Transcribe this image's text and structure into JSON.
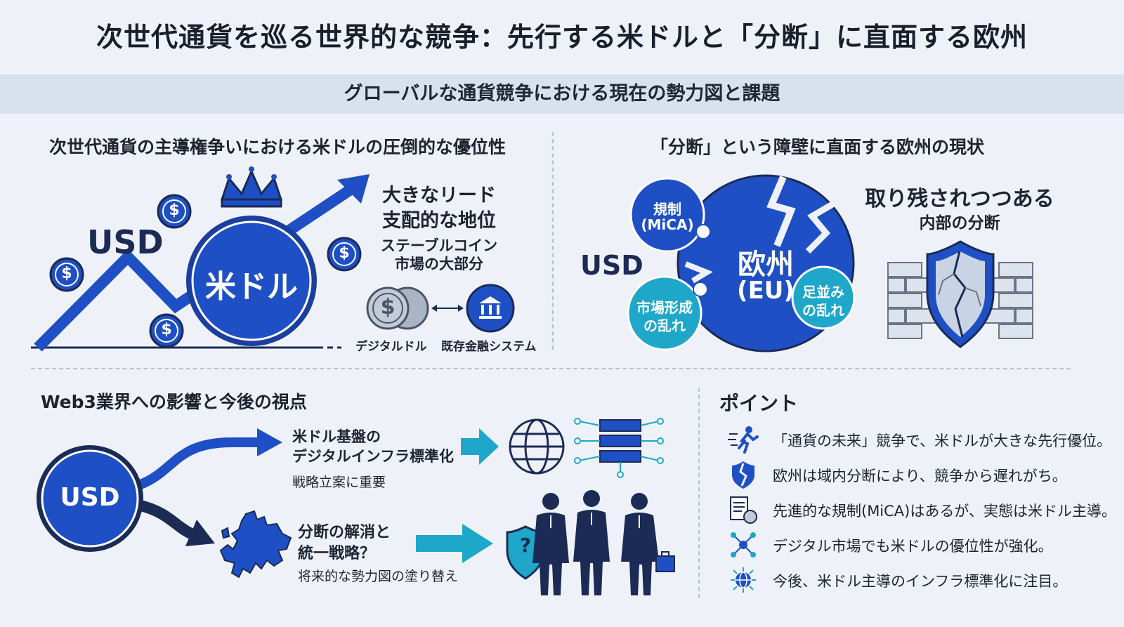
{
  "title": "次世代通貨を巡る世界的な競争：先行する米ドルと「分断」に直面する欧州",
  "subtitle": "グローバルな通貨競争における現在の勢力図と課題",
  "left_top": {
    "heading": "次世代通貨の主導権争いにおける米ドルの圧倒的な優位性",
    "usd_label": "USD",
    "coin_label": "米ドル",
    "dollar_symbol": "$",
    "lead_line1": "大きなリード",
    "lead_line2": "支配的な地位",
    "stable_line1": "ステーブルコイン",
    "stable_line2": "市場の大部分",
    "digital_dollar": "デジタルドル",
    "existing_system": "既存金融システム"
  },
  "right_top": {
    "heading": "「分断」という障壁に直面する欧州の現状",
    "usd_label": "USD",
    "eu_line1": "欧州",
    "eu_line2": "(EU)",
    "piece_reg_line1": "規制",
    "piece_reg_line2": "(MiCA)",
    "piece_market_line1": "市場形成",
    "piece_market_line2": "の乱れ",
    "piece_pace_line1": "足並み",
    "piece_pace_line2": "の乱れ",
    "left_behind": "取り残されつつある",
    "internal_division": "内部の分断"
  },
  "bottom_left": {
    "heading": "Web3業界への影響と今後の視点",
    "usd_label": "USD",
    "path1_line1": "米ドル基盤の",
    "path1_line2": "デジタルインフラ標準化",
    "path1_note": "戦略立案に重要",
    "path2_line1": "分断の解消と",
    "path2_line2": "統一戦略？",
    "path2_note": "将来的な勢力図の塗り替え",
    "question_mark": "?"
  },
  "points": {
    "heading": "ポイント",
    "items": [
      {
        "icon": "runner-icon",
        "text": "「通貨の未来」競争で、米ドルが大きな先行優位。"
      },
      {
        "icon": "cracked-shield-icon",
        "text": "欧州は域内分断により、競争から遅れがち。"
      },
      {
        "icon": "document-coin-icon",
        "text": "先進的な規制(MiCA)はあるが、実態は米ドル主導。"
      },
      {
        "icon": "network-icon",
        "text": "デジタル市場でも米ドルの優位性が強化。"
      },
      {
        "icon": "globe-network-icon",
        "text": "今後、米ドル主導のインフラ標準化に注目。"
      }
    ]
  },
  "colors": {
    "primary_blue": "#1f4fc4",
    "dark_navy": "#1b2b55",
    "teal": "#1ea7c9",
    "background": "#eef2f8",
    "band": "#d8e2ef"
  }
}
